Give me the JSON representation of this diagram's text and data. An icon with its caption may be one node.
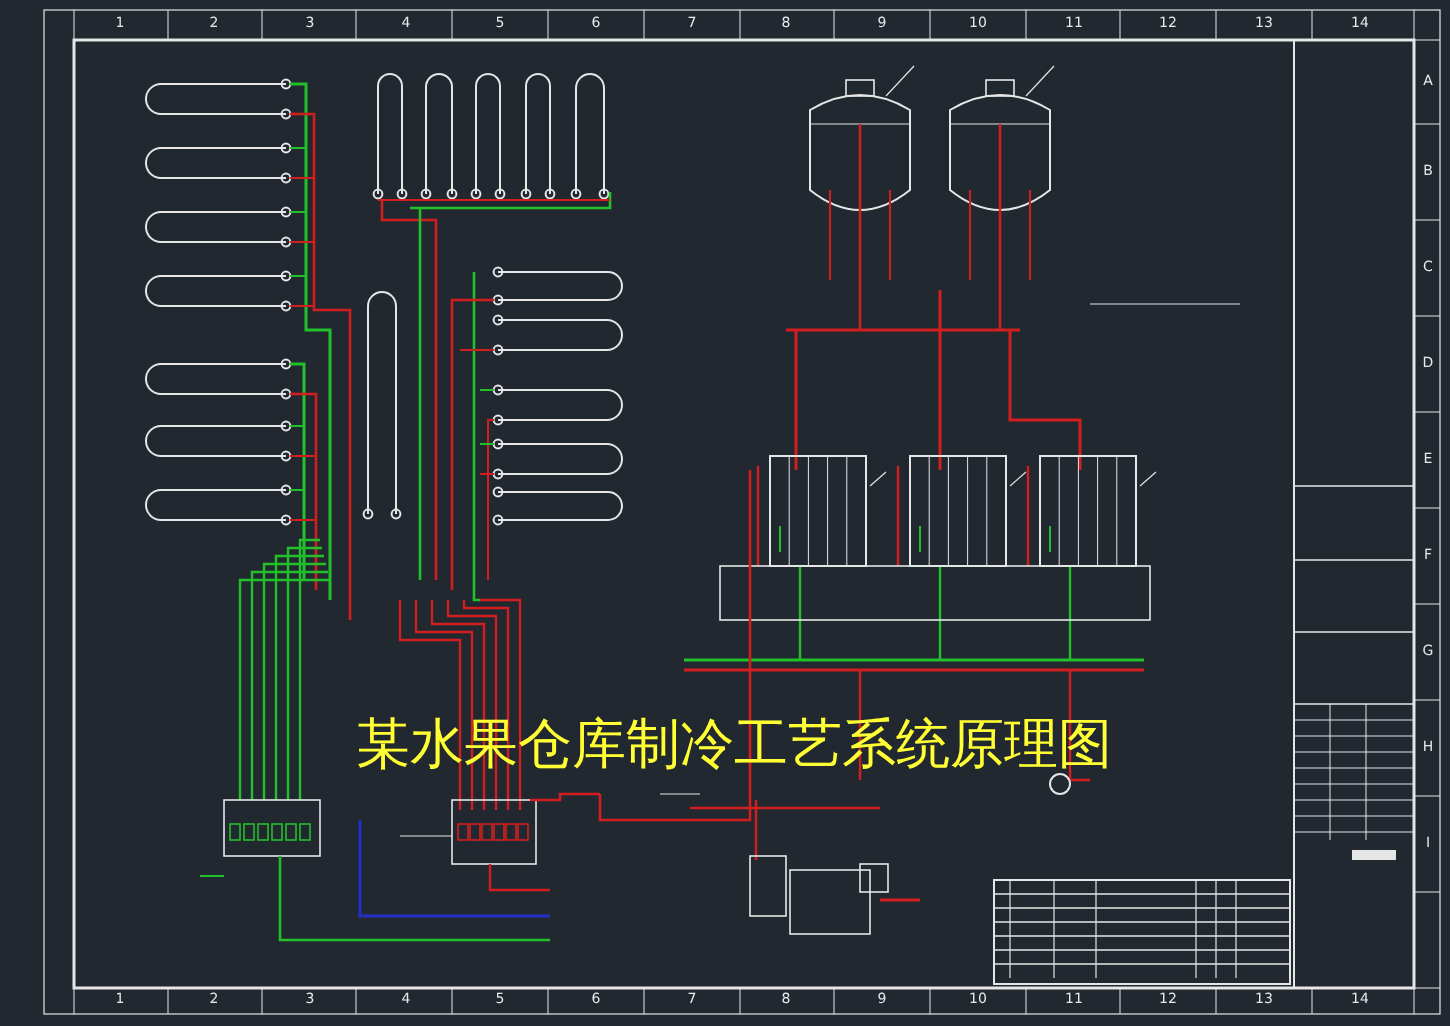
{
  "diagram": {
    "title": "某水果仓库制冷工艺系统原理图",
    "labels": [
      "1",
      "2",
      "3",
      "4",
      "5",
      "6",
      "7",
      "8",
      "9",
      "10",
      "11",
      "12",
      "13",
      "14",
      "A",
      "B",
      "C",
      "D",
      "E",
      "F",
      "G",
      "H",
      "I",
      "1",
      "2",
      "3",
      "4",
      "5",
      "6",
      "7",
      "8",
      "9",
      "10",
      "11",
      "12",
      "13",
      "14"
    ]
  }
}
